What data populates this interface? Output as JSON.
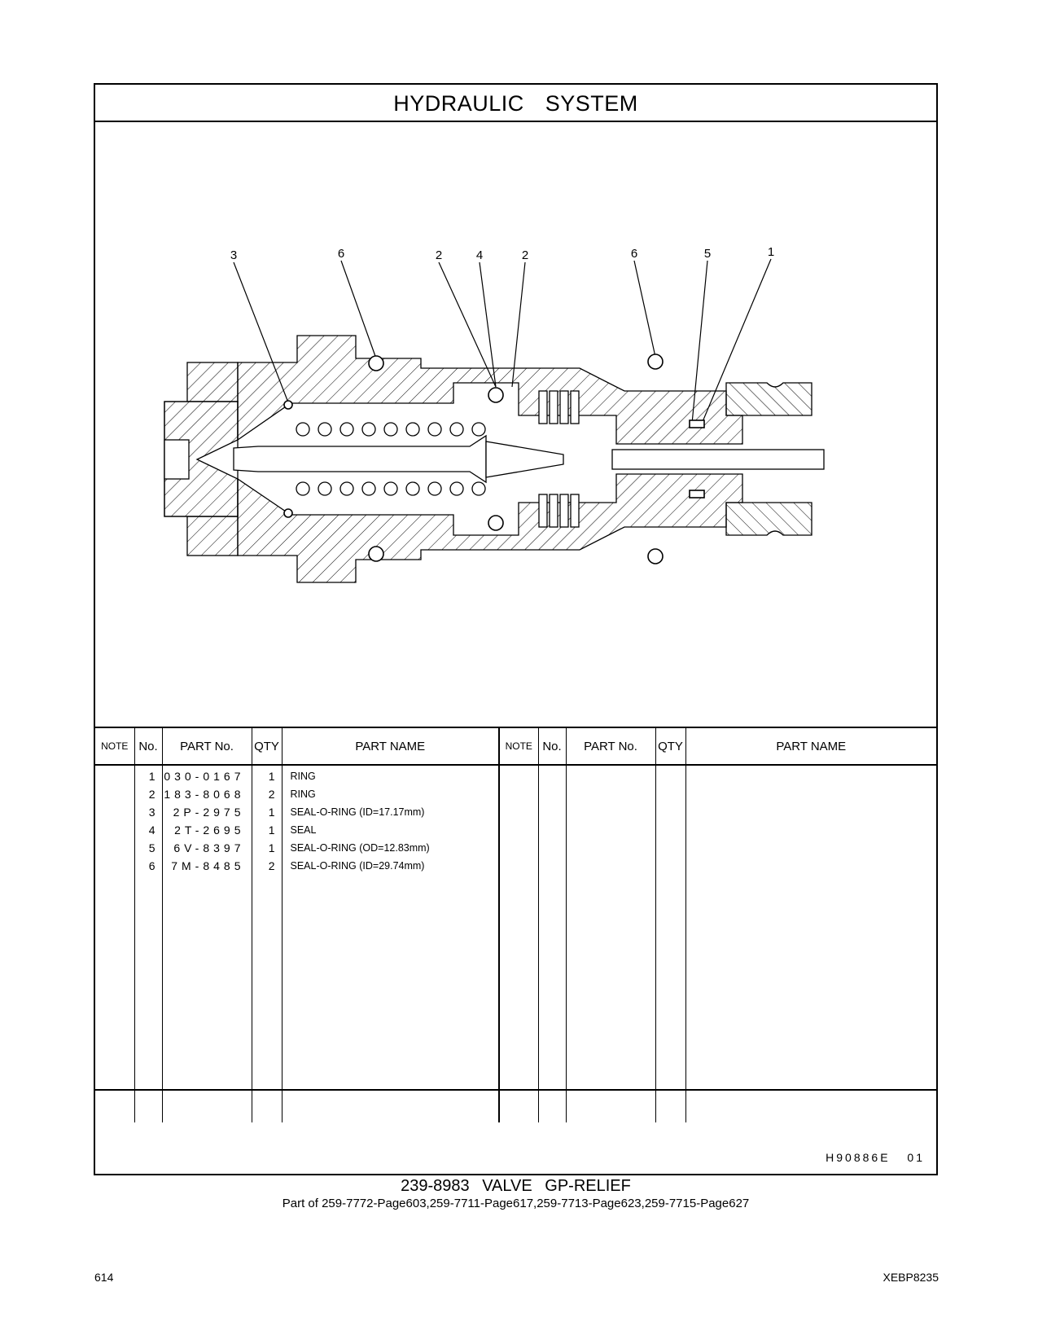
{
  "header": {
    "title": "HYDRAULIC   SYSTEM"
  },
  "diagram": {
    "callouts": [
      "3",
      "6",
      "2",
      "4",
      "2",
      "6",
      "5",
      "1"
    ]
  },
  "table": {
    "headers": {
      "note": "NOTE",
      "no": "No.",
      "part_no": "PART No.",
      "qty": "QTY",
      "part_name": "PART NAME"
    },
    "rows": [
      {
        "no": "1",
        "part_no": "030-0167",
        "qty": "1",
        "name": "RING"
      },
      {
        "no": "2",
        "part_no": "183-8068",
        "qty": "2",
        "name": "RING"
      },
      {
        "no": "3",
        "part_no": "2P-2975",
        "qty": "1",
        "name": "SEAL-O-RING (ID=17.17mm)"
      },
      {
        "no": "4",
        "part_no": "2T-2695",
        "qty": "1",
        "name": "SEAL"
      },
      {
        "no": "5",
        "part_no": "6V-8397",
        "qty": "1",
        "name": "SEAL-O-RING (OD=12.83mm)"
      },
      {
        "no": "6",
        "part_no": "7M-8485",
        "qty": "2",
        "name": "SEAL-O-RING (ID=29.74mm)"
      }
    ]
  },
  "drawing_number": "H90886E   01",
  "caption": {
    "title": "239-8983  VALVE  GP-RELIEF",
    "subtitle": "Part of 259-7772-Page603,259-7711-Page617,259-7713-Page623,259-7715-Page627"
  },
  "page_number": "614",
  "doc_code": "XEBP8235"
}
